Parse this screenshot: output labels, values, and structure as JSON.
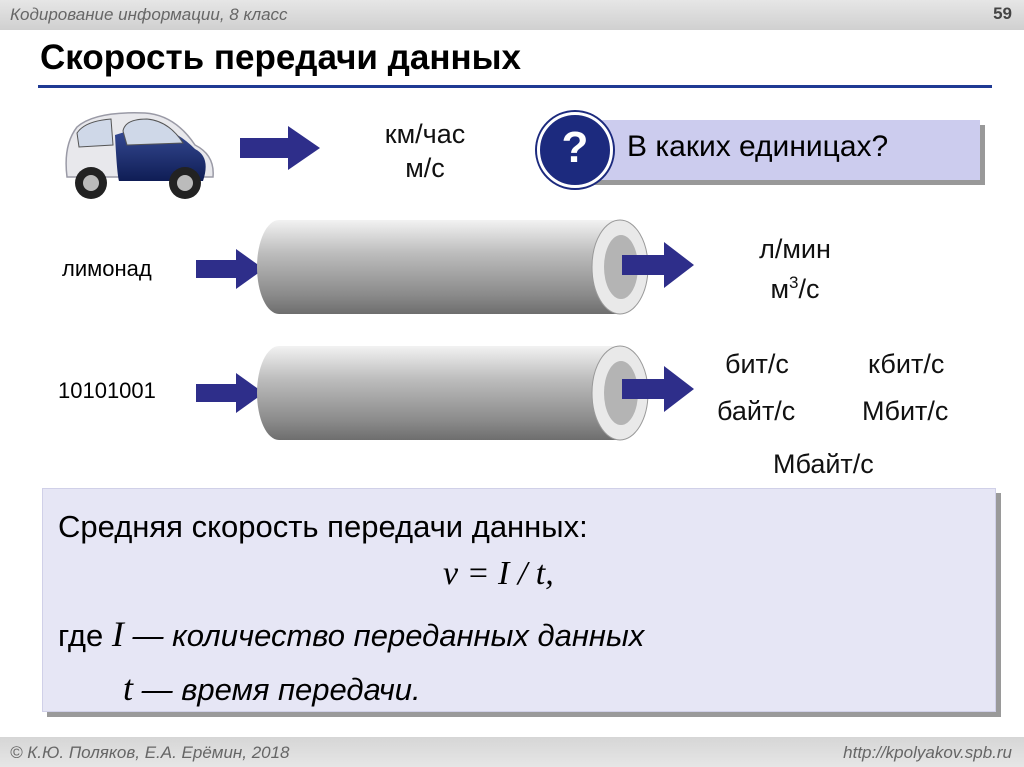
{
  "header": {
    "subtitle": "Кодирование информации, 8 класс",
    "page_number": "59"
  },
  "title": "Скорость передачи данных",
  "car_row": {
    "units_line1": "км/час",
    "units_line2": "м/с",
    "question": "В каких единицах?",
    "question_mark": "?"
  },
  "lemonade_row": {
    "label": "лимонад",
    "units_line1": "л/мин",
    "units_line2_base": "м",
    "units_line2_sup": "3",
    "units_line2_rest": "/с"
  },
  "data_row": {
    "label": "10101001",
    "units": {
      "bit_s": "бит/с",
      "kbit_s": "кбит/с",
      "byte_s": "байт/с",
      "mbit_s": "Мбит/с",
      "mbyte_s": "Мбайт/с"
    }
  },
  "formula_box": {
    "line1": "Средняя скорость передачи данных:",
    "formula": "v = I / t,",
    "where_word": "где",
    "i_symbol": "I",
    "i_desc": "— количество переданных данных",
    "t_symbol": "t",
    "t_desc": "— время передачи."
  },
  "footer": {
    "left": "© К.Ю. Поляков, Е.А. Ерёмин, 2018",
    "right": "http://kpolyakov.spb.ru"
  },
  "colors": {
    "accent": "#1f3a93",
    "arrow": "#2e2e8a",
    "question_box": "#ccccee",
    "formula_box": "#e6e6f5"
  },
  "icons": [
    "car-icon",
    "arrow-right-icon",
    "question-icon",
    "pipe-icon"
  ]
}
